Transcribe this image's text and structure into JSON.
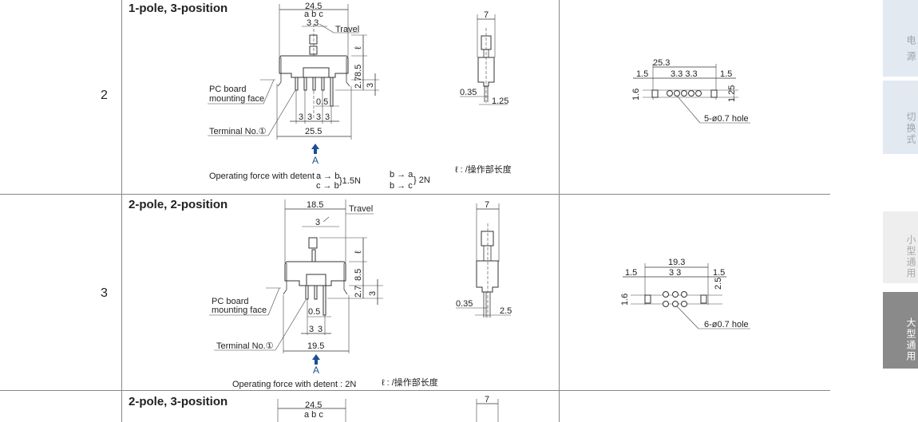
{
  "rows": [
    {
      "number": "2",
      "title": "1-pole, 3-position",
      "front": {
        "width_top": "24.5",
        "positions": "a b c",
        "pitch_top": "3 3",
        "travel": "Travel",
        "l": "ℓ",
        "h1": "8.5",
        "h2": "2.7",
        "h3": "3",
        "pin_w": "0.5",
        "pitch": [
          "3",
          "3",
          "3",
          "3"
        ],
        "width_bottom": "25.5",
        "pc_board_1": "PC board",
        "pc_board_2": "mounting face",
        "terminal": "Terminal No.①",
        "arrow": "A"
      },
      "side": {
        "width": "7",
        "t1": "0.35",
        "t2": "1.25"
      },
      "force": {
        "label": "Operating force with detent :",
        "l1": "a → b",
        "l2": "c → b",
        "v1": "}1.5N",
        "l3": "b → a",
        "l4": "b → c",
        "v2": "} 2N"
      },
      "note": "ℓ : /操作部长度",
      "footprint": {
        "total": "25.3",
        "edge_l": "1.5",
        "pitch": "3.3 3.3",
        "edge_r": "1.5",
        "h_l": "1.6",
        "h_r": "1.25",
        "holes": "5-ø0.7 hole"
      }
    },
    {
      "number": "3",
      "title": "2-pole, 2-position",
      "front": {
        "width_top": "18.5",
        "pitch_top": "3",
        "travel": "Travel",
        "l": "ℓ",
        "h1": "8.5",
        "h2": "2.7",
        "h3": "3",
        "pin_w": "0.5",
        "pitch": [
          "3",
          "3"
        ],
        "width_bottom": "19.5",
        "pc_board_1": "PC board",
        "pc_board_2": "mounting face",
        "terminal": "Terminal No.①",
        "arrow": "A"
      },
      "side": {
        "width": "7",
        "t1": "0.35",
        "t2": "2.5"
      },
      "force": {
        "label": "Operating  force  with  detent : 2N"
      },
      "note": "ℓ : /操作部长度",
      "footprint": {
        "total": "19.3",
        "edge_l": "1.5",
        "pitch": "3 3",
        "edge_r": "1.5",
        "h_l": "1.6",
        "h_r": "2.5",
        "holes": "6-ø0.7 hole"
      }
    },
    {
      "number": "",
      "title": "2-pole, 3-position",
      "front": {
        "width_top": "24.5",
        "positions": "a b c"
      },
      "side": {
        "width": "7"
      }
    }
  ],
  "side_tabs": [
    {
      "label": "电源",
      "state": "normal"
    },
    {
      "label": "切换式",
      "state": "normal"
    },
    {
      "label": "小型通用",
      "state": "normal"
    },
    {
      "label": "大型通用",
      "state": "active"
    }
  ]
}
